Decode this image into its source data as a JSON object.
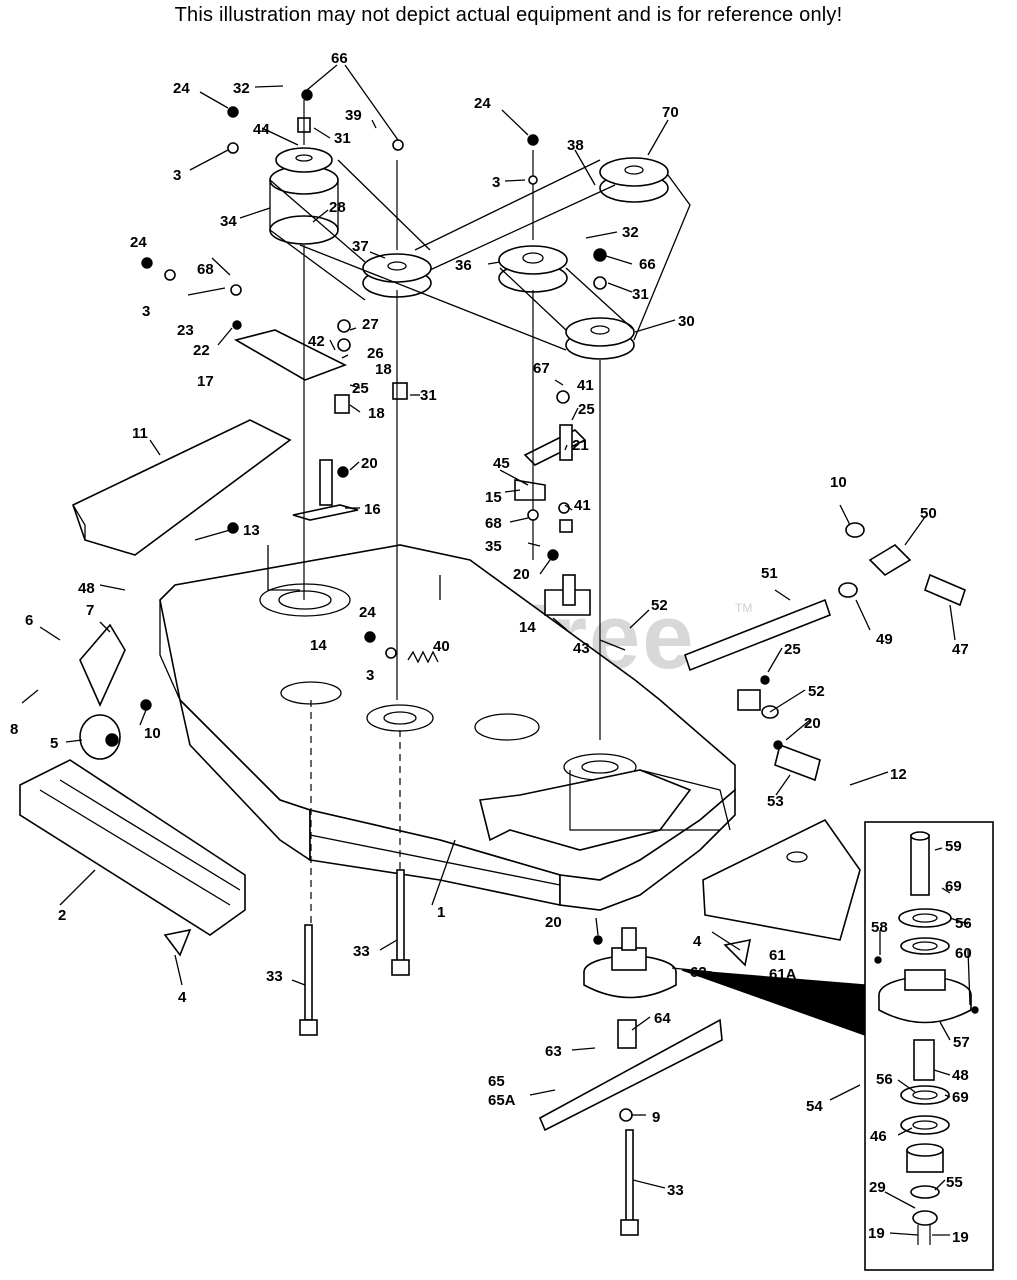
{
  "disclaimer": "This illustration may not depict actual equipment and is for reference only!",
  "watermark": {
    "text": "PartsTree",
    "trademark": "TM"
  },
  "callouts": {
    "c1": "1",
    "c2": "2",
    "c3a": "3",
    "c3b": "3",
    "c3c": "3",
    "c3d": "3",
    "c4a": "4",
    "c4b": "4",
    "c5": "5",
    "c6": "6",
    "c7": "7",
    "c8": "8",
    "c9": "9",
    "c10a": "10",
    "c10b": "10",
    "c11": "11",
    "c12": "12",
    "c13": "13",
    "c14a": "14",
    "c14b": "14",
    "c15": "15",
    "c16": "16",
    "c17": "17",
    "c18a": "18",
    "c18b": "18",
    "c19a": "19",
    "c19b": "19",
    "c20a": "20",
    "c20b": "20",
    "c20c": "20",
    "c20d": "20",
    "c21": "21",
    "c22": "22",
    "c23": "23",
    "c24a": "24",
    "c24b": "24",
    "c24c": "24",
    "c24d": "24",
    "c25a": "25",
    "c25b": "25",
    "c25c": "25",
    "c26": "26",
    "c27": "27",
    "c28": "28",
    "c29": "29",
    "c30": "30",
    "c31a": "31",
    "c31b": "31",
    "c31c": "31",
    "c32a": "32",
    "c32b": "32",
    "c33a": "33",
    "c33b": "33",
    "c33c": "33",
    "c34": "34",
    "c35": "35",
    "c36": "36",
    "c37": "37",
    "c38": "38",
    "c39": "39",
    "c40": "40",
    "c41a": "41",
    "c41b": "41",
    "c42": "42",
    "c43": "43",
    "c44": "44",
    "c45": "45",
    "c46": "46",
    "c47": "47",
    "c48a": "48",
    "c48b": "48",
    "c49": "49",
    "c50": "50",
    "c51": "51",
    "c52a": "52",
    "c52b": "52",
    "c53": "53",
    "c54": "54",
    "c55": "55",
    "c56a": "56",
    "c56b": "56",
    "c57": "57",
    "c58": "58",
    "c59": "59",
    "c60": "60",
    "c61": "61",
    "c61A": "61A",
    "c62": "62",
    "c63": "63",
    "c64": "64",
    "c65": "65",
    "c65A": "65A",
    "c66a": "66",
    "c66b": "66",
    "c67": "67",
    "c68a": "68",
    "c68b": "68",
    "c69a": "69",
    "c69b": "69",
    "c70": "70"
  }
}
